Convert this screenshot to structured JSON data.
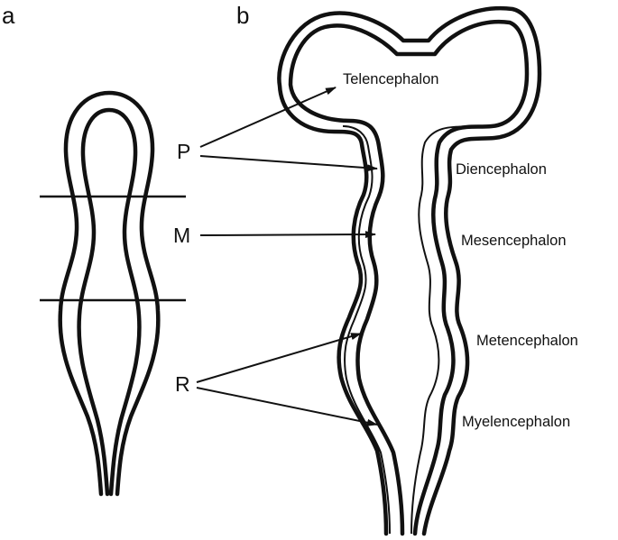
{
  "panels": {
    "a": "a",
    "b": "b"
  },
  "segments": {
    "p": "P",
    "m": "M",
    "r": "R"
  },
  "regions": {
    "telencephalon": "Telencephalon",
    "diencephalon": "Diencephalon",
    "mesencephalon": "Mesencephalon",
    "metencephalon": "Metencephalon",
    "myelencephalon": "Myelencephalon"
  },
  "colors": {
    "ink": "#111111",
    "background": "#ffffff"
  }
}
